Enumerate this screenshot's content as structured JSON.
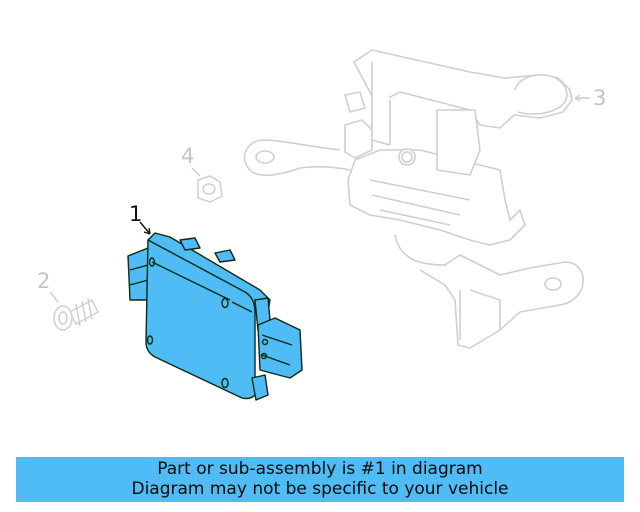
{
  "diagram": {
    "callouts": [
      {
        "number": "1",
        "label": "part-1-module",
        "highlighted": true
      },
      {
        "number": "2",
        "label": "part-2-bolt",
        "highlighted": false
      },
      {
        "number": "3",
        "label": "part-3-bracket",
        "highlighted": false
      },
      {
        "number": "4",
        "label": "part-4-nut",
        "highlighted": false
      }
    ],
    "colors": {
      "highlight_fill": "#4fbcf5",
      "highlight_stroke": "#0b2a12",
      "dim_stroke": "#cfcfcf",
      "banner_bg": "#4fbcf5"
    }
  },
  "banner": {
    "line1": "Part or sub-assembly is #1 in diagram",
    "line2": "Diagram may not be specific to your vehicle"
  }
}
